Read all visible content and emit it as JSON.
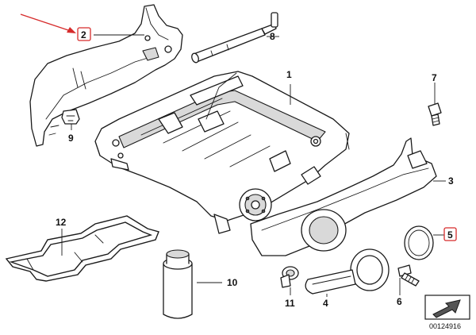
{
  "callouts": [
    {
      "id": "1",
      "highlighted": false
    },
    {
      "id": "2",
      "highlighted": true
    },
    {
      "id": "3",
      "highlighted": false
    },
    {
      "id": "4",
      "highlighted": false
    },
    {
      "id": "5",
      "highlighted": true
    },
    {
      "id": "6",
      "highlighted": false
    },
    {
      "id": "7",
      "highlighted": false
    },
    {
      "id": "8",
      "highlighted": false
    },
    {
      "id": "9",
      "highlighted": false
    },
    {
      "id": "10",
      "highlighted": false
    },
    {
      "id": "11",
      "highlighted": false
    },
    {
      "id": "12",
      "highlighted": false
    }
  ],
  "document_id": "00124916",
  "colors": {
    "line": "#1a1a1a",
    "highlight": "#d62b2b",
    "shade": "#d9d9d9"
  }
}
